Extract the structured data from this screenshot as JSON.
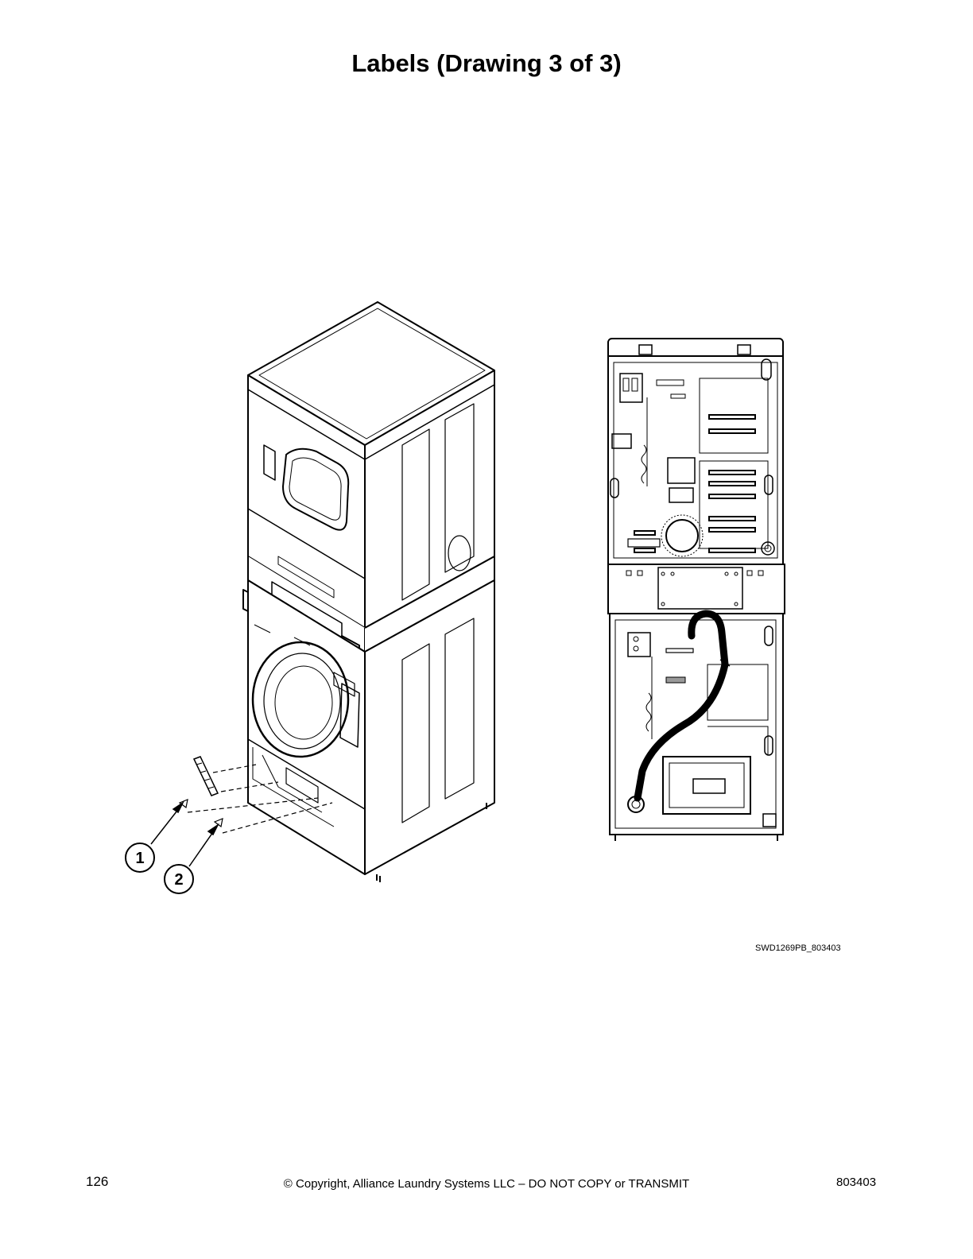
{
  "page": {
    "title": "Labels (Drawing 3 of 3)",
    "drawing_id": "SWD1269PB_803403",
    "page_number": "126",
    "copyright": "© Copyright, Alliance Laundry Systems LLC – DO NOT COPY or TRANSMIT",
    "doc_number": "803403"
  },
  "callouts": [
    {
      "label": "1"
    },
    {
      "label": "2"
    }
  ]
}
